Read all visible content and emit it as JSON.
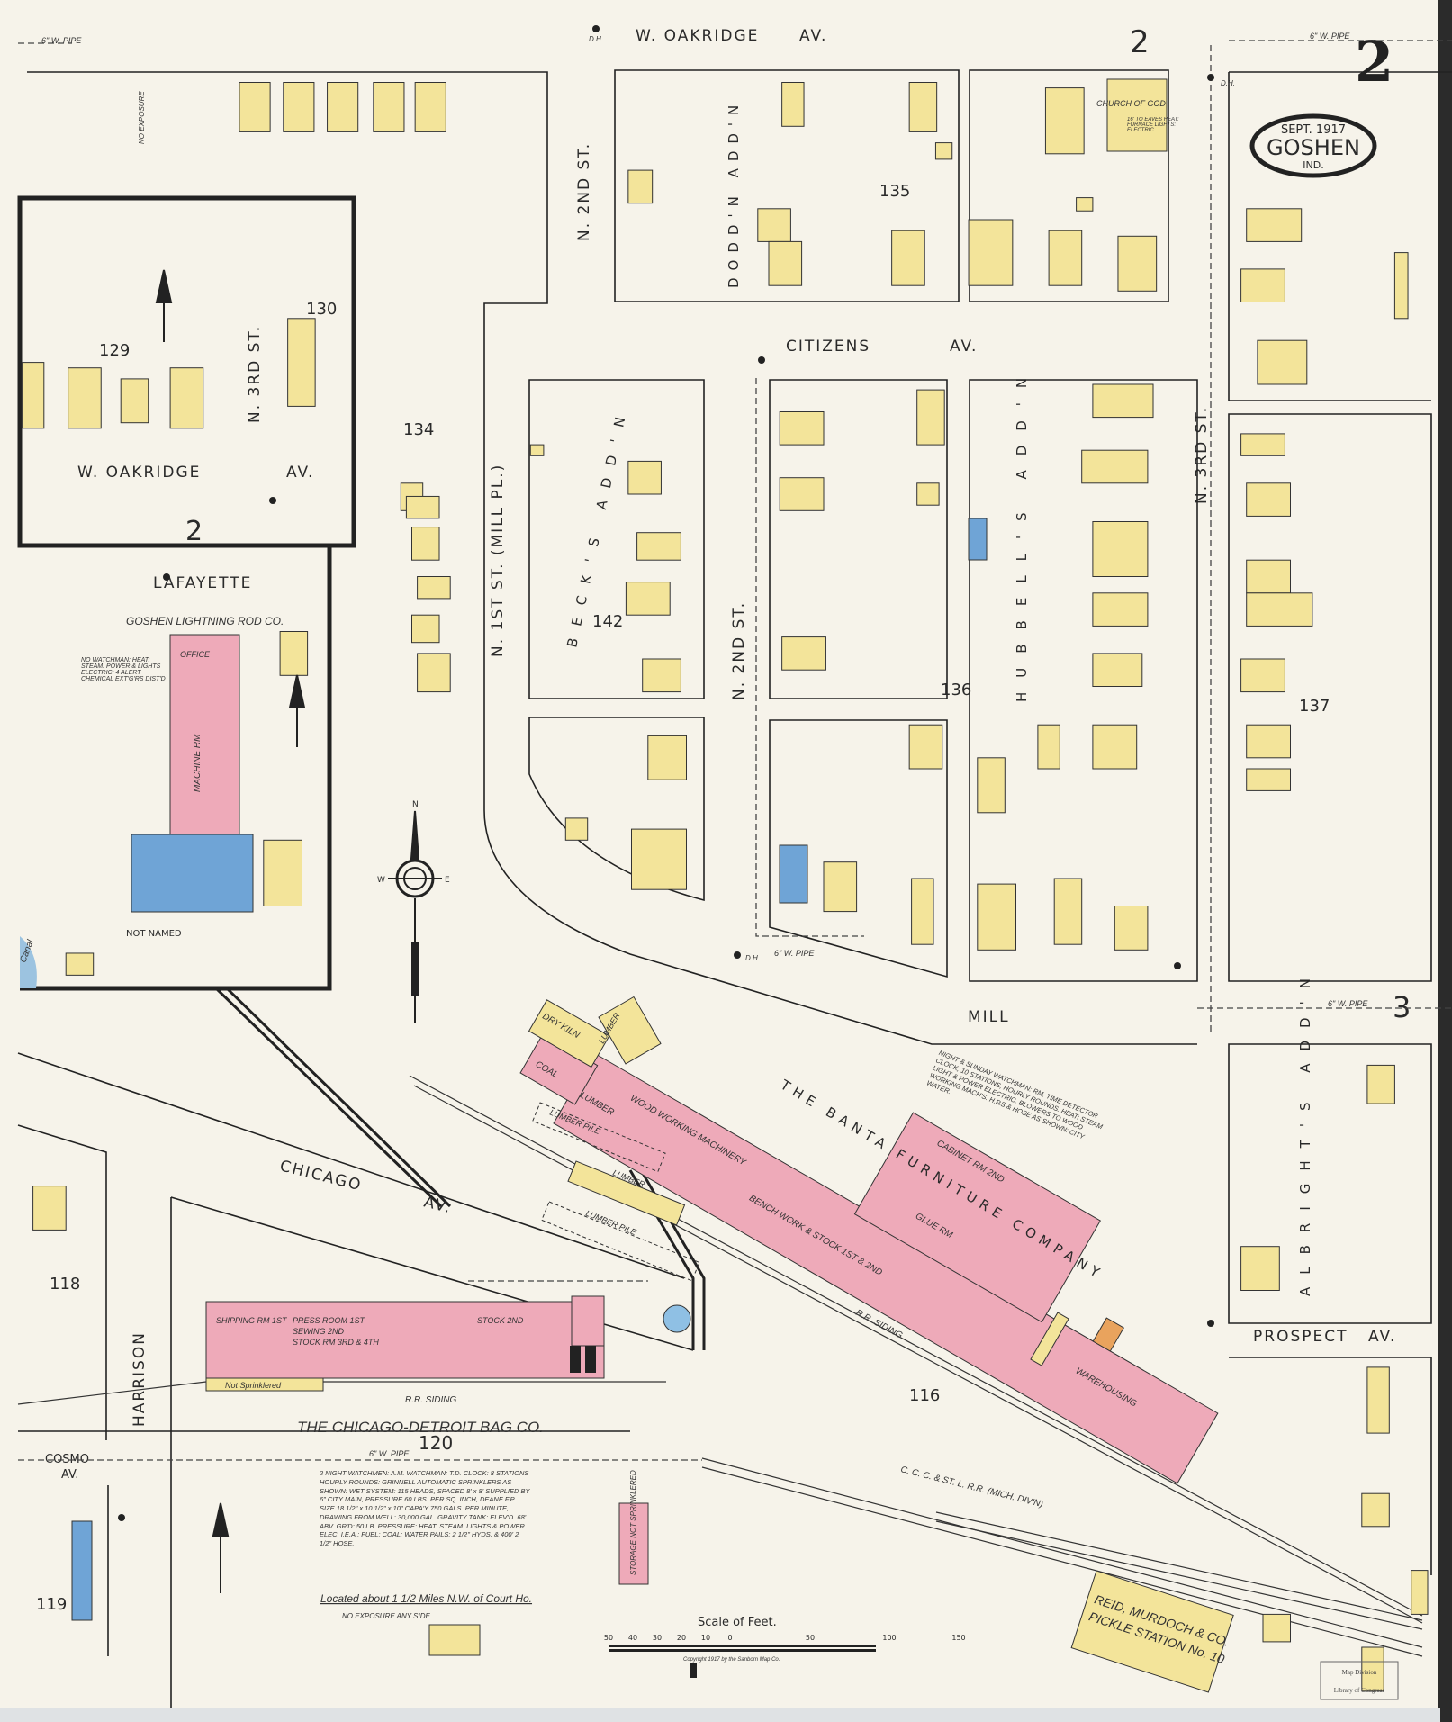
{
  "title_cartouche": {
    "date": "SEPT. 1917",
    "city": "GOSHEN",
    "state": "IND."
  },
  "sheet_number": "2",
  "adjacent_sheets": {
    "top": "2",
    "left_inset": "2",
    "right": "3"
  },
  "streets": {
    "w_oakridge_top": "W. OAKRIDGE",
    "w_oakridge_top_av": "AV.",
    "w_oakridge_inset": "W. OAKRIDGE",
    "w_oakridge_inset_av": "AV.",
    "citizens": "CITIZENS",
    "citizens_av": "AV.",
    "mill": "MILL",
    "prospect": "PROSPECT",
    "prospect_av": "AV.",
    "n_2nd_top": "N. 2ND ST.",
    "n_2nd_mid": "N. 2ND ST.",
    "n_1st": "N. 1ST ST. (MILL PL.)",
    "n_3rd_right": "N. 3RD ST.",
    "n_3rd_inset": "N. 3RD ST.",
    "lafayette": "LAFAYETTE",
    "not_named": "NOT NAMED",
    "chicago": "CHICAGO",
    "chicago_av": "AV.",
    "harrison": "HARRISON",
    "cosmo": "COSMO",
    "cosmo_av": "AV.",
    "canal": "Canal"
  },
  "additions": [
    "DODD'N ADD'N",
    "BECK'S ADD'N",
    "HUBBELL'S ADD'N",
    "ALBRIGHT'S ADD'N"
  ],
  "blocks": [
    "135",
    "130",
    "129",
    "134",
    "142",
    "136",
    "137",
    "116",
    "118",
    "120",
    "119"
  ],
  "businesses": {
    "church": {
      "name": "CHURCH OF GOD",
      "note": "16' TO EAVES HEAT: FURNACE LIGHTS: ELECTRIC"
    },
    "lightning_rod": {
      "name": "GOSHEN LIGHTNING ROD CO.",
      "room": "MACHINE RM",
      "note": "NO WATCHMAN: HEAT: STEAM: POWER & LIGHTS ELECTRIC: 4 ALERT CHEMICAL EXT'G'RS DIST'D",
      "office": "OFFICE"
    },
    "banta": {
      "name": "THE BANTA FURNITURE COMPANY",
      "rooms": [
        "WOOD WORKING MACHINERY",
        "CABINET RM 2ND",
        "GLUE RM",
        "BENCH WORK & STOCK 1ST & 2ND",
        "LUMBER",
        "COAL",
        "DRY KILN",
        "WAREHOUSING"
      ],
      "note": "NIGHT & SUNDAY WATCHMAN: RM. TIME DETECTOR CLOCK, 10 STATIONS, HOURLY ROUNDS. HEAT: STEAM LIGHT & POWER ELECTRIC. BLOWERS TO WOOD WORKING MACH'S. H.P.S & HOSE AS SHOWN: CITY WATER."
    },
    "bag_co": {
      "name": "THE CHICAGO-DETROIT BAG CO.",
      "rooms": [
        "SHIPPING RM 1ST",
        "PRESS ROOM 1ST",
        "SEWING 2ND",
        "STOCK RM 3RD & 4TH",
        "STOCK 2ND"
      ],
      "not_sprinklered": "Not Sprinklered",
      "note": "2 NIGHT WATCHMEN: A.M. WATCHMAN: T.D. CLOCK: 8 STATIONS HOURLY ROUNDS: GRINNELL AUTOMATIC SPRINKLERS AS SHOWN: WET SYSTEM: 115 HEADS, SPACED 8' x 8' SUPPLIED BY 6\" CITY MAIN, PRESSURE 60 LBS. PER SQ. INCH, DEANE F.P. SIZE 18 1/2\" x 10 1/2\" x 10\" CAPA'Y 750 GALS. PER MINUTE, DRAWING FROM WELL: 30,000 GAL. GRAVITY TANK: ELEV'D. 68' ABV. GR'D: 50 LB. PRESSURE: HEAT: STEAM: LIGHTS & POWER ELEC. I.E.A.: FUEL: COAL: WATER PAILS: 2 1/2\" HYDS. & 400' 2 1/2\" HOSE."
    },
    "reid": {
      "name": "REID, MURDOCH & CO.",
      "sub": "PICKLE STATION No. 10"
    },
    "lumber_piles": [
      "LUMBER PILE",
      "LUMBER",
      "LUMBER PILE",
      "LUMBER"
    ],
    "storage": "STORAGE NOT SPRINKLERED"
  },
  "railroads": {
    "main": "C. C. C. & ST. L. R.R. (MICH. DIV'N)",
    "siding1": "R.R. SIDING",
    "siding2": "R.R. SIDING"
  },
  "water_pipes": {
    "label": "6\" W. PIPE",
    "hydrant": "D.H."
  },
  "location_note": "Located about 1 1/2 Miles N.W. of Court Ho.",
  "exposure_notes": {
    "no_exposure_any_side": "NO EXPOSURE ANY SIDE",
    "no_exposure": "NO EXPOSURE"
  },
  "compass": {
    "north": "N",
    "east": "E",
    "west": "W"
  },
  "scale": {
    "title": "Scale of Feet.",
    "ticks": [
      "50",
      "40",
      "30",
      "20",
      "10",
      "0",
      "50",
      "100",
      "150"
    ]
  },
  "copyright": "Copyright 1917 by the Sanborn Map Co.",
  "stamp": {
    "line1": "Map Division",
    "line2": "Library of Congress"
  },
  "colors": {
    "paper": "#f6f3ea",
    "frame_dwelling": "#f3e49a",
    "brick": "#eeaab9",
    "stone_metal": "#6fa4d6",
    "special": "#e9a35d",
    "ink": "#222222"
  }
}
